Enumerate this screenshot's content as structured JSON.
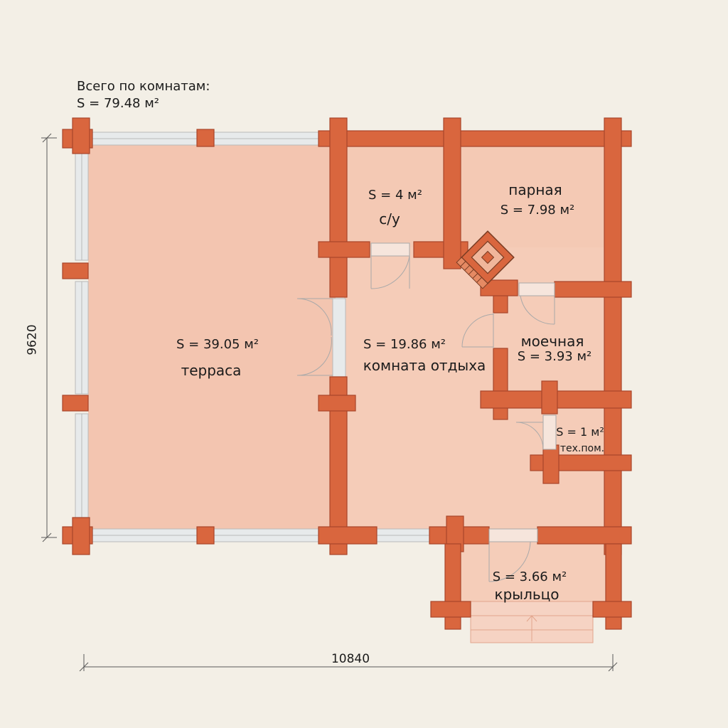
{
  "summary": {
    "title": "Всего по комнатам:",
    "total_area": "S = 79.48 м²"
  },
  "dimensions": {
    "width": "10840",
    "height": "9620"
  },
  "rooms": {
    "terrace": {
      "area": "S = 39.05 м²",
      "name": "терраса"
    },
    "wc": {
      "area": "S = 4 м²",
      "name": "с/у"
    },
    "steam": {
      "name": "парная",
      "area": "S = 7.98 м²"
    },
    "rest": {
      "area": "S = 19.86 м²",
      "name": "комната отдыха"
    },
    "wash": {
      "name": "моечная",
      "area": "S = 3.93 м²"
    },
    "tech": {
      "area": "S = 1 м²",
      "name": "тех.пом."
    },
    "porch": {
      "area": "S = 3.66 м²",
      "name": "крыльцо"
    }
  },
  "colors": {
    "background": "#f3efe6",
    "wall": "#d9663e",
    "wall_outline": "#a8452a",
    "floor": "#f3c5b0",
    "window_frame": "#e6e9ea"
  }
}
